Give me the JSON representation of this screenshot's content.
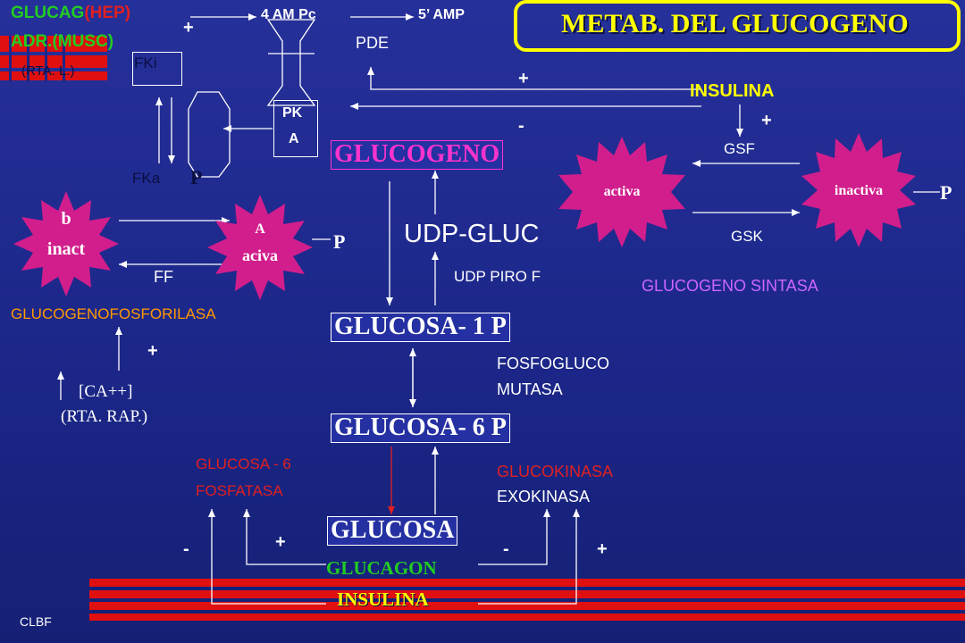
{
  "title": "METAB. DEL GLUCOGENO",
  "top_left": {
    "glucag": "GLUCAG",
    "hep": "(HEP)",
    "adr": "ADR.(MUSC)",
    "rta_l": "(RTA.  L.)"
  },
  "camp_chain": {
    "plus": "+",
    "amp4": "4 AM Pc",
    "amp5": "5’ AMP",
    "pde": "PDE",
    "pka_line1": "PK",
    "pka_line2": "A"
  },
  "insulin_top": {
    "label": "INSULINA",
    "plus_pde": "+",
    "minus_pka": "-",
    "plus_gsf": "+"
  },
  "kinase": {
    "fki": "FKi",
    "fka": "FKa",
    "p": "P"
  },
  "phosphorylase": {
    "b_line1": "b",
    "b_line2": "inact",
    "a_line1": "A",
    "a_line2": "aciva",
    "ff": "FF",
    "p": "P",
    "name": "GLUCOGENOFOSFORILASA",
    "plus": "+",
    "ca": "[CA++]",
    "rta_rap": "(RTA. RAP.)"
  },
  "synthase": {
    "activa": "activa",
    "inactiva": "inactiva",
    "gsf": "GSF",
    "gsk": "GSK",
    "p": "P",
    "name": "GLUCOGENO SINTASA"
  },
  "pathway": {
    "glucogeno": "GLUCOGENO",
    "udp_gluc": "UDP-GLUC",
    "udp_piro": "UDP PIRO F",
    "g1p": "GLUCOSA- 1 P",
    "mutasa_line1": "FOSFOGLUCO",
    "mutasa_line2": "MUTASA",
    "g6p": "GLUCOSA- 6 P",
    "g6pase_line1": "GLUCOSA - 6",
    "g6pase_line2": "FOSFATASA",
    "gluk_line1": "GLUCOKINASA",
    "gluk_line2": "EXOKINASA",
    "glucosa": "GLUCOSA"
  },
  "bottom": {
    "glucagon": "GLUCAGON",
    "insulina": "INSULINA",
    "minus_left": "-",
    "plus_left": "+",
    "minus_right": "-",
    "plus_right": "+"
  },
  "footer": "CLBF",
  "colors": {
    "background": "#1c2a8e",
    "yellow": "#ffff00",
    "green": "#22cc22",
    "red": "#e02020",
    "orange": "#ff9900",
    "purple": "#cc66ff",
    "magenta": "#ff33cc"
  }
}
